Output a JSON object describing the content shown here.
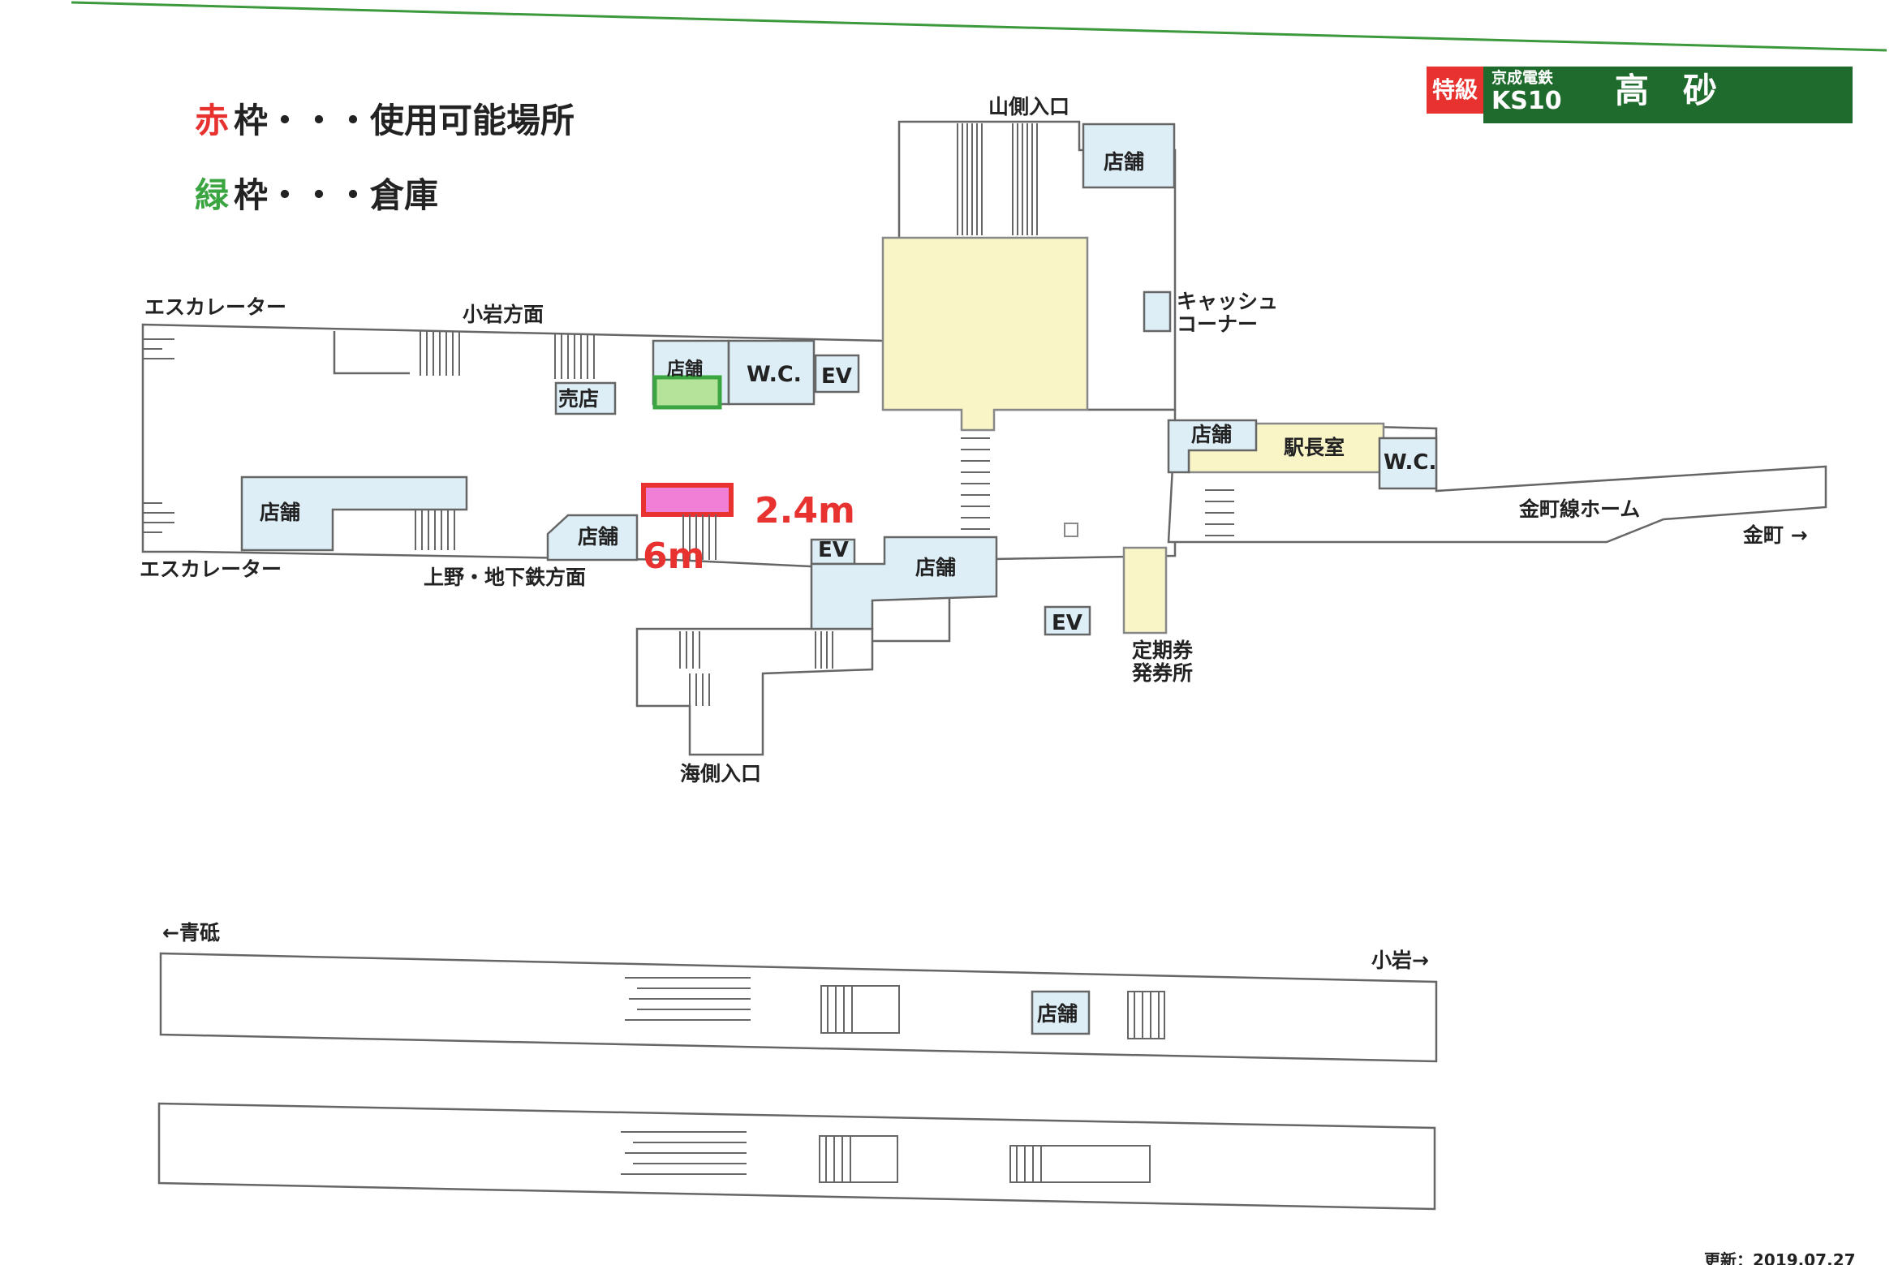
{
  "header": {
    "badge": "特級",
    "company": "京成電鉄",
    "station_code": "KS10",
    "station_name": "高　砂",
    "colors": {
      "badge_bg": "#e8322f",
      "bar_bg": "#1f6b2d",
      "top_line": "#3c9a3c"
    }
  },
  "legend": {
    "red_char": "赤",
    "red_text": "枠・・・使用可能場所",
    "green_char": "緑",
    "green_text": "枠・・・倉庫",
    "colors": {
      "red": "#e8322f",
      "green": "#3aa541"
    }
  },
  "concourse": {
    "yamagawa_entrance": "山側入口",
    "umigawa_entrance": "海側入口",
    "escalator_top": "エスカレーター",
    "escalator_bottom": "エスカレーター",
    "koiwa_direction": "小岩方面",
    "ueno_direction": "上野・地下鉄方面",
    "cash_corner_1": "キャッシュ",
    "cash_corner_2": "コーナー",
    "kanamachi_platform": "金町線ホーム",
    "kanamachi_arrow": "金町 →",
    "stationmaster_office": "駅長室",
    "commuter_ticket_1": "定期券",
    "commuter_ticket_2": "発券所",
    "shop": "店舗",
    "kiosk": "売店",
    "wc": "W.C.",
    "ev": "EV"
  },
  "usable_space": {
    "width_label": "2.4m",
    "length_label": "6m",
    "fill": "#f07fd6"
  },
  "storage": {
    "fill": "#b6e39a"
  },
  "platform": {
    "aoto": "←青砥",
    "koiwa": "小岩→",
    "shop": "店舗"
  },
  "footer": {
    "updated": "更新：2019.07.27"
  }
}
